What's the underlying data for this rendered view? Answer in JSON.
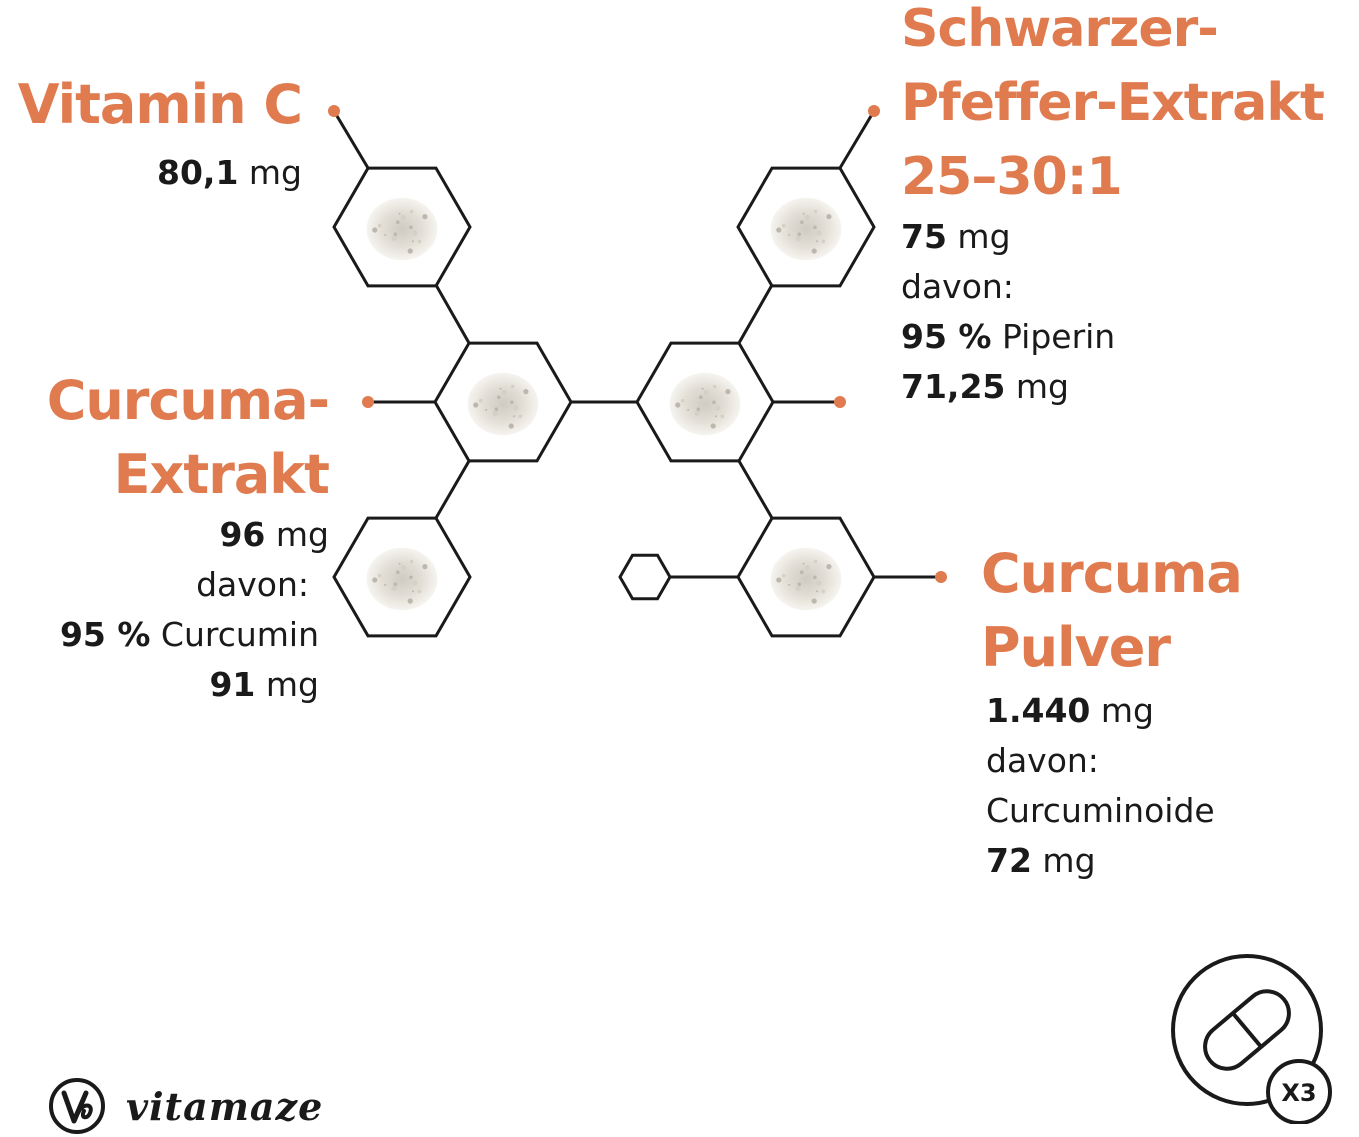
{
  "ingredients": {
    "vitamin_c": {
      "title_lines": [
        "Vitamin C"
      ],
      "amount_value": "80,1",
      "amount_unit": " mg"
    },
    "curcuma_extrakt": {
      "title_lines": [
        "Curcuma-",
        "Extrakt"
      ],
      "amount_value": "96",
      "amount_unit": " mg",
      "of_which": "davon:",
      "share_value": "95 %",
      "share_name": " Curcumin",
      "share_amount_value": "91",
      "share_amount_unit": " mg"
    },
    "schwarzer_pfeffer": {
      "title_lines": [
        "Schwarzer-",
        "Pfeffer-Extrakt",
        "25–30:1"
      ],
      "amount_value": "75",
      "amount_unit": " mg",
      "of_which": "davon:",
      "share_value": "95 %",
      "share_name": " Piperin",
      "share_amount_value": "71,25",
      "share_amount_unit": " mg"
    },
    "curcuma_pulver": {
      "title_lines": [
        "Curcuma",
        "Pulver"
      ],
      "amount_value": "1.440",
      "amount_unit": " mg",
      "of_which": "davon:",
      "share_name": "Curcuminoide",
      "share_amount_value": "72",
      "share_amount_unit": " mg"
    }
  },
  "badge": {
    "count": "X3",
    "icon": "capsule-icon"
  },
  "brand": {
    "name": "vitamaze",
    "icon": "vitamaze-logo-icon"
  },
  "colors": {
    "accent": "#e07a4f",
    "line": "#1a1a1a",
    "powder": "#e4e1da"
  }
}
